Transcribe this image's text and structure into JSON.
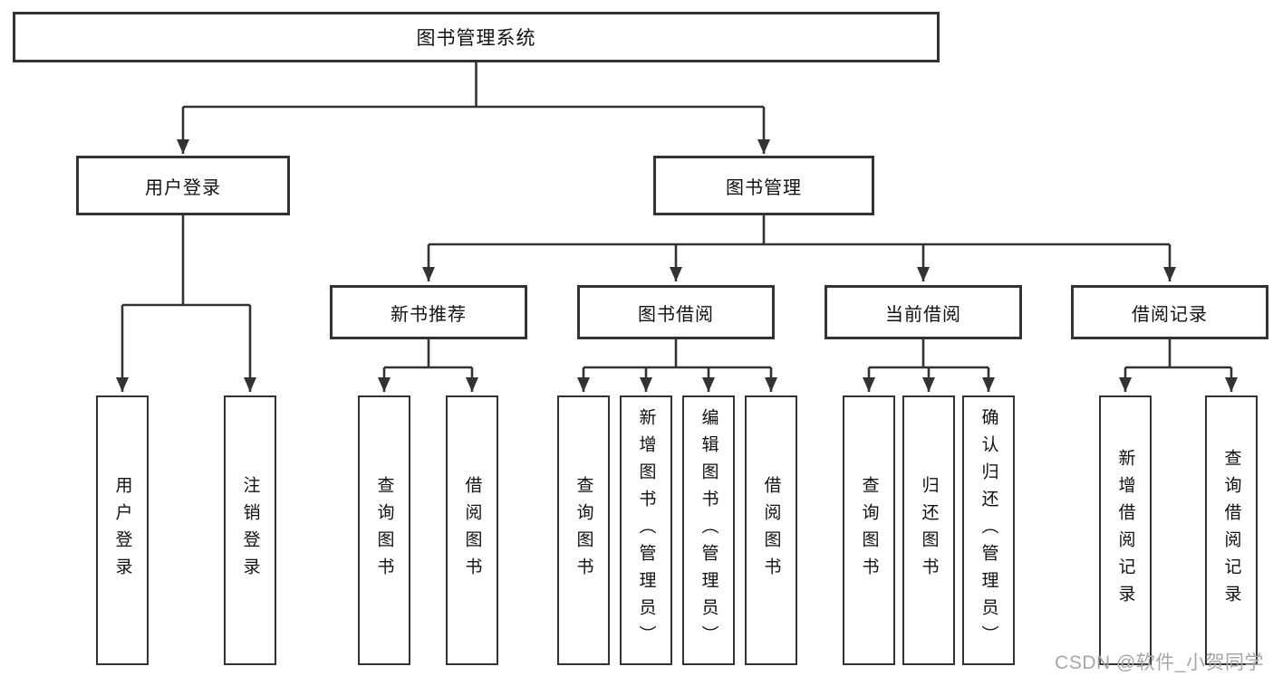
{
  "tree": {
    "root": {
      "label": "图书管理系统"
    },
    "branches": [
      {
        "label": "用户登录",
        "children": [
          {
            "label": "用户登录"
          },
          {
            "label": "注销登录"
          }
        ]
      },
      {
        "label": "图书管理",
        "children": [
          {
            "label": "新书推荐",
            "children": [
              {
                "label": "查询图书"
              },
              {
                "label": "借阅图书"
              }
            ]
          },
          {
            "label": "图书借阅",
            "children": [
              {
                "label": "查询图书"
              },
              {
                "label": "新增图书（管理员）"
              },
              {
                "label": "编辑图书（管理员）"
              },
              {
                "label": "借阅图书"
              }
            ]
          },
          {
            "label": "当前借阅",
            "children": [
              {
                "label": "查询图书"
              },
              {
                "label": "归还图书"
              },
              {
                "label": "确认归还（管理员）"
              }
            ]
          },
          {
            "label": "借阅记录",
            "children": [
              {
                "label": "新增借阅记录"
              },
              {
                "label": "查询借阅记录"
              }
            ]
          }
        ]
      }
    ]
  },
  "watermark": "CSDN @软件_小贺同学",
  "colors": {
    "line": "#333333",
    "box_border": "#333333",
    "box_fill": "#ffffff",
    "text": "#111111",
    "watermark": "#a6a6a6",
    "background": "#ffffff"
  }
}
